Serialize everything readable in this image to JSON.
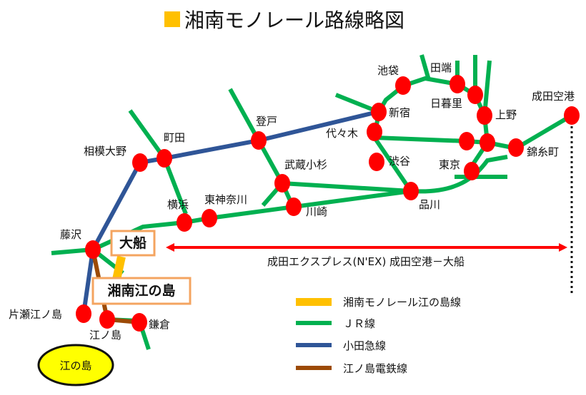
{
  "title": "湘南モノレール路線略図",
  "colors": {
    "monorail": "#ffc000",
    "jr": "#00b050",
    "odakyu": "#2f5597",
    "enoden": "#9c4a06",
    "station": "#ff0000",
    "nex": "#ff0000",
    "box_border": "#f4a460",
    "enoshima_fill": "#ffff00",
    "title_square": "#ffc000"
  },
  "stations": {
    "ikebukuro": "池袋",
    "tabata": "田端",
    "shinjuku": "新宿",
    "nippori": "日暮里",
    "ueno": "上野",
    "narita": "成田空港",
    "noborito": "登戸",
    "yoyogi": "代々木",
    "machida": "町田",
    "kinshicho": "錦糸町",
    "sagami_ono": "相模大野",
    "shibuya": "渋谷",
    "tokyo": "東京",
    "musashi_kosugi": "武蔵小杉",
    "yokohama": "横浜",
    "higashi_kanagawa": "東神奈川",
    "shinagawa": "品川",
    "kawasaki": "川崎",
    "fujisawa": "藤沢",
    "katase_enoshima": "片瀬江ノ島",
    "enoshima_st": "江ノ島",
    "kamakura": "鎌倉"
  },
  "boxes": {
    "ofuna": "大船",
    "shonan_enoshima": "湘南江の島"
  },
  "nex_label": "成田エクスプレス(N'EX) 成田空港－大船",
  "island": "江の島",
  "legend": [
    {
      "label": "湘南モノレール江の島線",
      "color": "#ffc000"
    },
    {
      "label": "ＪＲ線",
      "color": "#00b050"
    },
    {
      "label": "小田急線",
      "color": "#2f5597"
    },
    {
      "label": "江ノ島電鉄線",
      "color": "#9c4a06"
    }
  ]
}
